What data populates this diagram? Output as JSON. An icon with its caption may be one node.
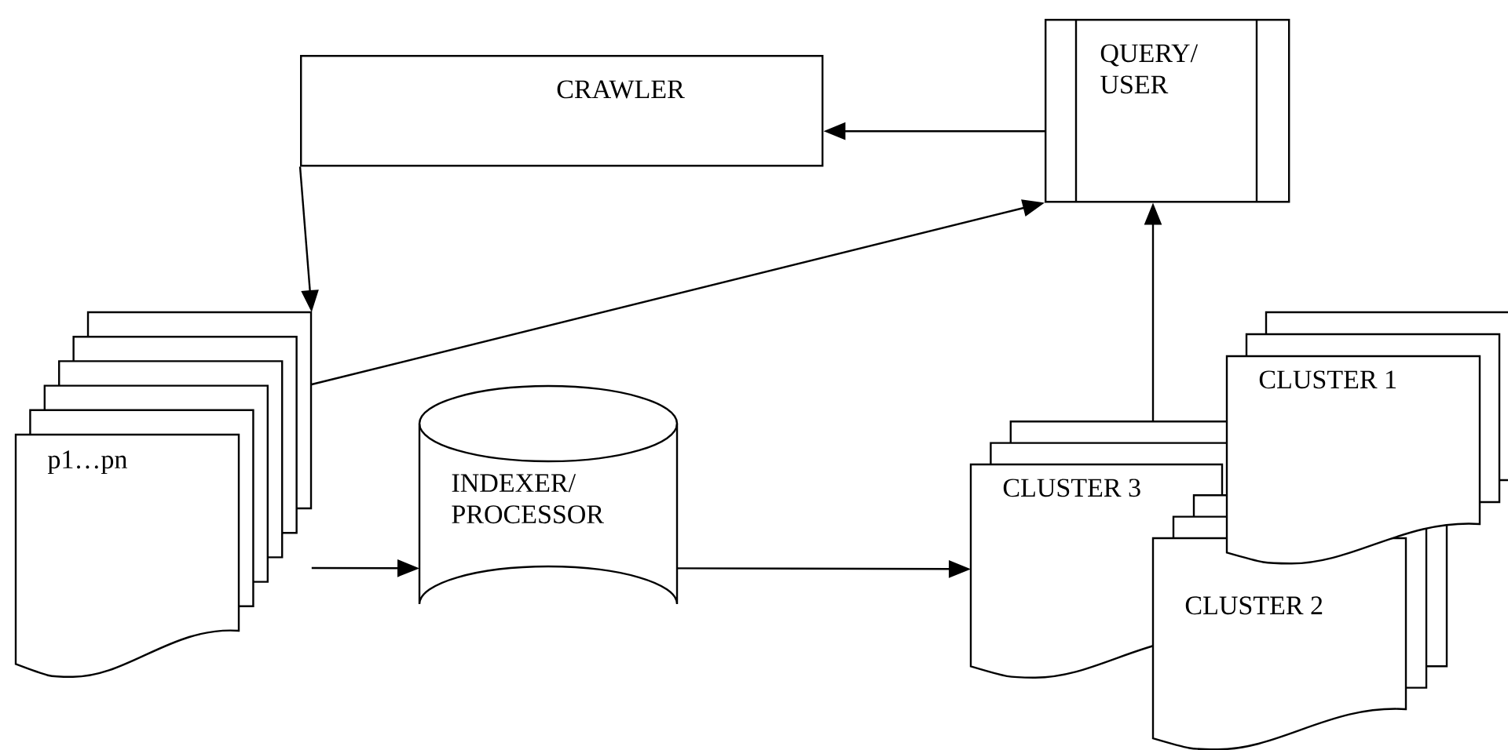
{
  "diagram": {
    "nodes": [
      {
        "text": [
          "CRAWLER"
        ]
      },
      {
        "text": [
          "QUERY/ USER"
        ]
      },
      {
        "text": [
          "p1…pn"
        ]
      },
      {
        "text": [
          "INDEXER/ PROCESSOR"
        ]
      },
      {
        "text": [
          "CLUSTER 3"
        ]
      },
      {
        "text": [
          "CLUSTER 1"
        ]
      },
      {
        "text": [
          "CLUSTER 2"
        ]
      }
    ],
    "edges": [
      {
        "from": 1,
        "to": 0,
        "arrow": "to"
      },
      {
        "from": 0,
        "to": 2,
        "arrow": "to"
      },
      {
        "from": 2,
        "to": 1,
        "arrow": "to"
      },
      {
        "from": 2,
        "to": 3,
        "arrow": "to"
      },
      {
        "from": 3,
        "to": 4,
        "arrow": "to"
      },
      {
        "from": 4,
        "to": 1,
        "arrow": "to"
      }
    ]
  }
}
